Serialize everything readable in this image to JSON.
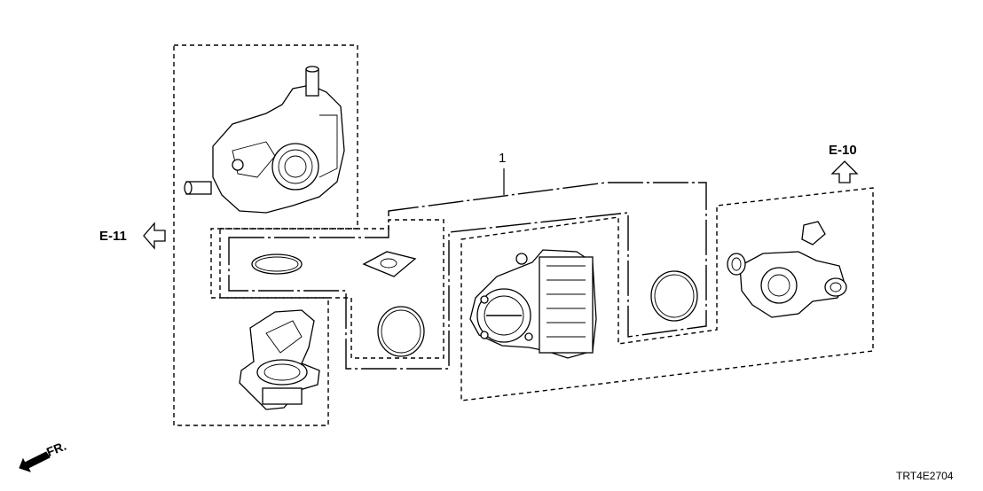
{
  "diagram": {
    "callout_1": "1",
    "ref_left": "E-11",
    "ref_right": "E-10",
    "front_label": "FR.",
    "diagram_code": "TRT4E2704"
  },
  "icons": {
    "left_arrow": "outline-arrow-left-icon",
    "up_arrow": "outline-arrow-up-icon",
    "front_arrow": "front-direction-arrow-icon"
  }
}
